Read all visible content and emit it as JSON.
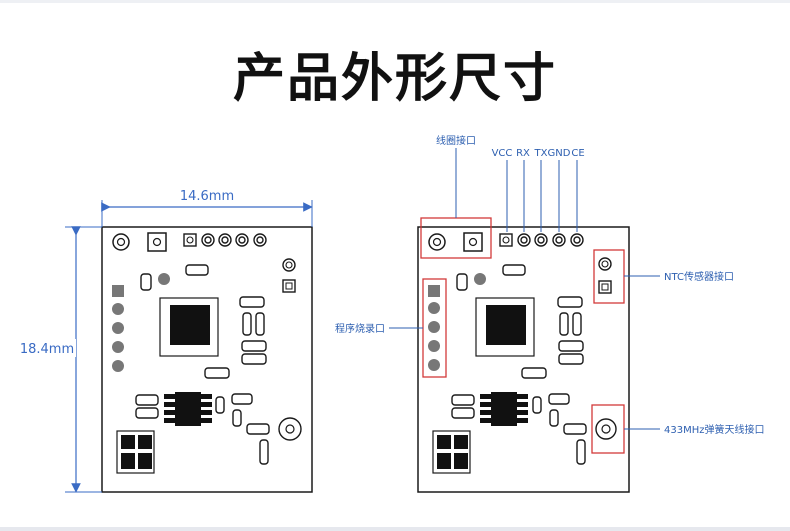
{
  "title": "产品外形尺寸",
  "dimensions": {
    "width": "14.6mm",
    "height": "18.4mm"
  },
  "labels": {
    "coil": "线圈接口",
    "vcc": "VCC",
    "rx": "RX",
    "tx": "TX",
    "gnd": "GND",
    "ce": "CE",
    "ntc": "NTC传感器接口",
    "program": "程序烧录口",
    "antenna": "433MHz弹簧天线接口"
  },
  "colors": {
    "outline": "#1a1a1a",
    "dimension": "#3a6bc4",
    "highlight": "#d23a3a",
    "label": "#2d5fb0"
  }
}
